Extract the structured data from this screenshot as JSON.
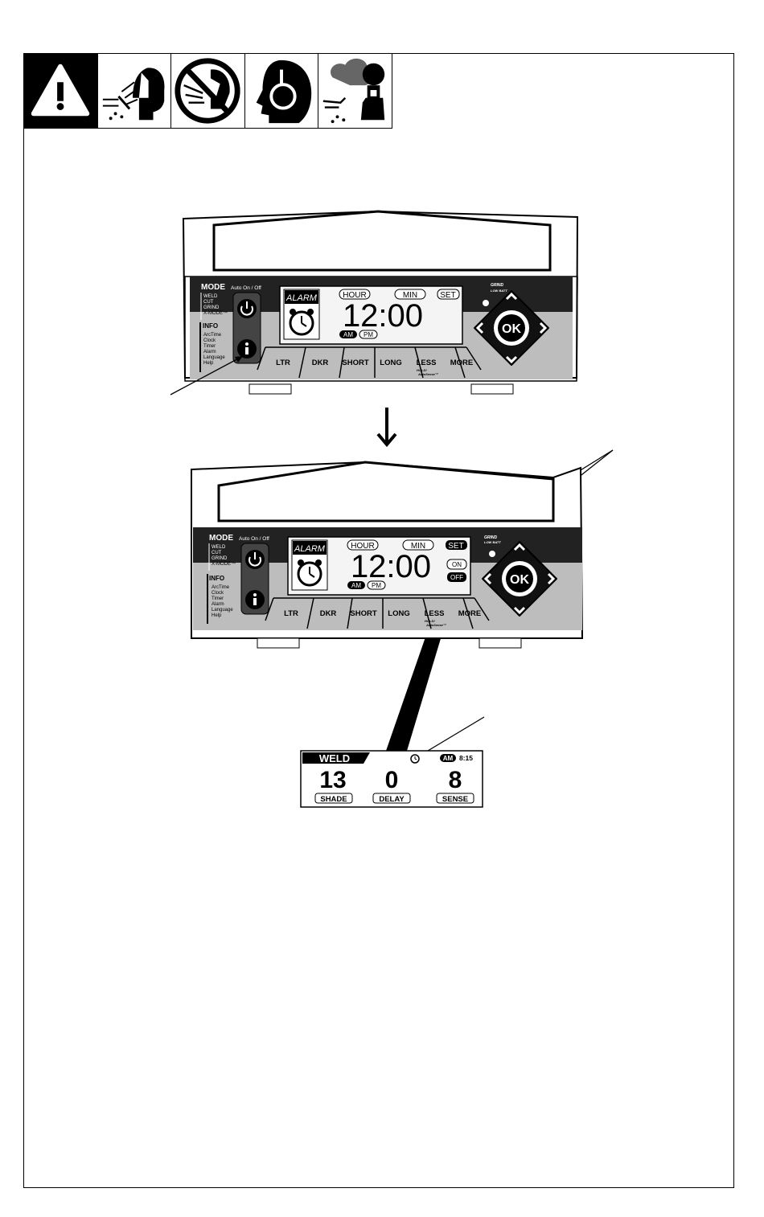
{
  "warning_icons": [
    {
      "name": "caution-triangle-icon"
    },
    {
      "name": "arc-rays-face-shield-icon"
    },
    {
      "name": "no-unprotected-eyes-icon"
    },
    {
      "name": "hearing-protection-icon"
    },
    {
      "name": "fumes-respirator-icon"
    }
  ],
  "panel": {
    "mode_heading": "MODE",
    "auto_onoff": "Auto On / Off",
    "mode_items": [
      "WELD",
      "CUT",
      "GRIND",
      "X-MODE™"
    ],
    "info_heading": "INFO",
    "info_items": [
      "ArcTime",
      "Clock",
      "Timer",
      "Alarm",
      "Language",
      "Help"
    ],
    "indicator_grind": "GRIND",
    "indicator_lowbatt": "LOW BATT",
    "ok_label": "OK",
    "buttons": [
      "LTR",
      "DKR",
      "SHORT",
      "LONG",
      "LESS",
      "MORE"
    ],
    "less_sublabel_1": "HOLD!",
    "less_sublabel_2": "AutoSense™"
  },
  "alarm_screen": {
    "alarm_label": "ALARM",
    "hour_label": "HOUR",
    "min_label": "MIN",
    "set_label": "SET",
    "time": "12:00",
    "am": "AM",
    "pm": "PM",
    "on_label": "ON",
    "off_label": "OFF"
  },
  "weld_display": {
    "mode": "WELD",
    "am": "AM",
    "clock_time": "8:15",
    "shade_value": "13",
    "delay_value": "0",
    "sense_value": "8",
    "shade_label": "SHADE",
    "delay_label": "DELAY",
    "sense_label": "SENSE"
  }
}
